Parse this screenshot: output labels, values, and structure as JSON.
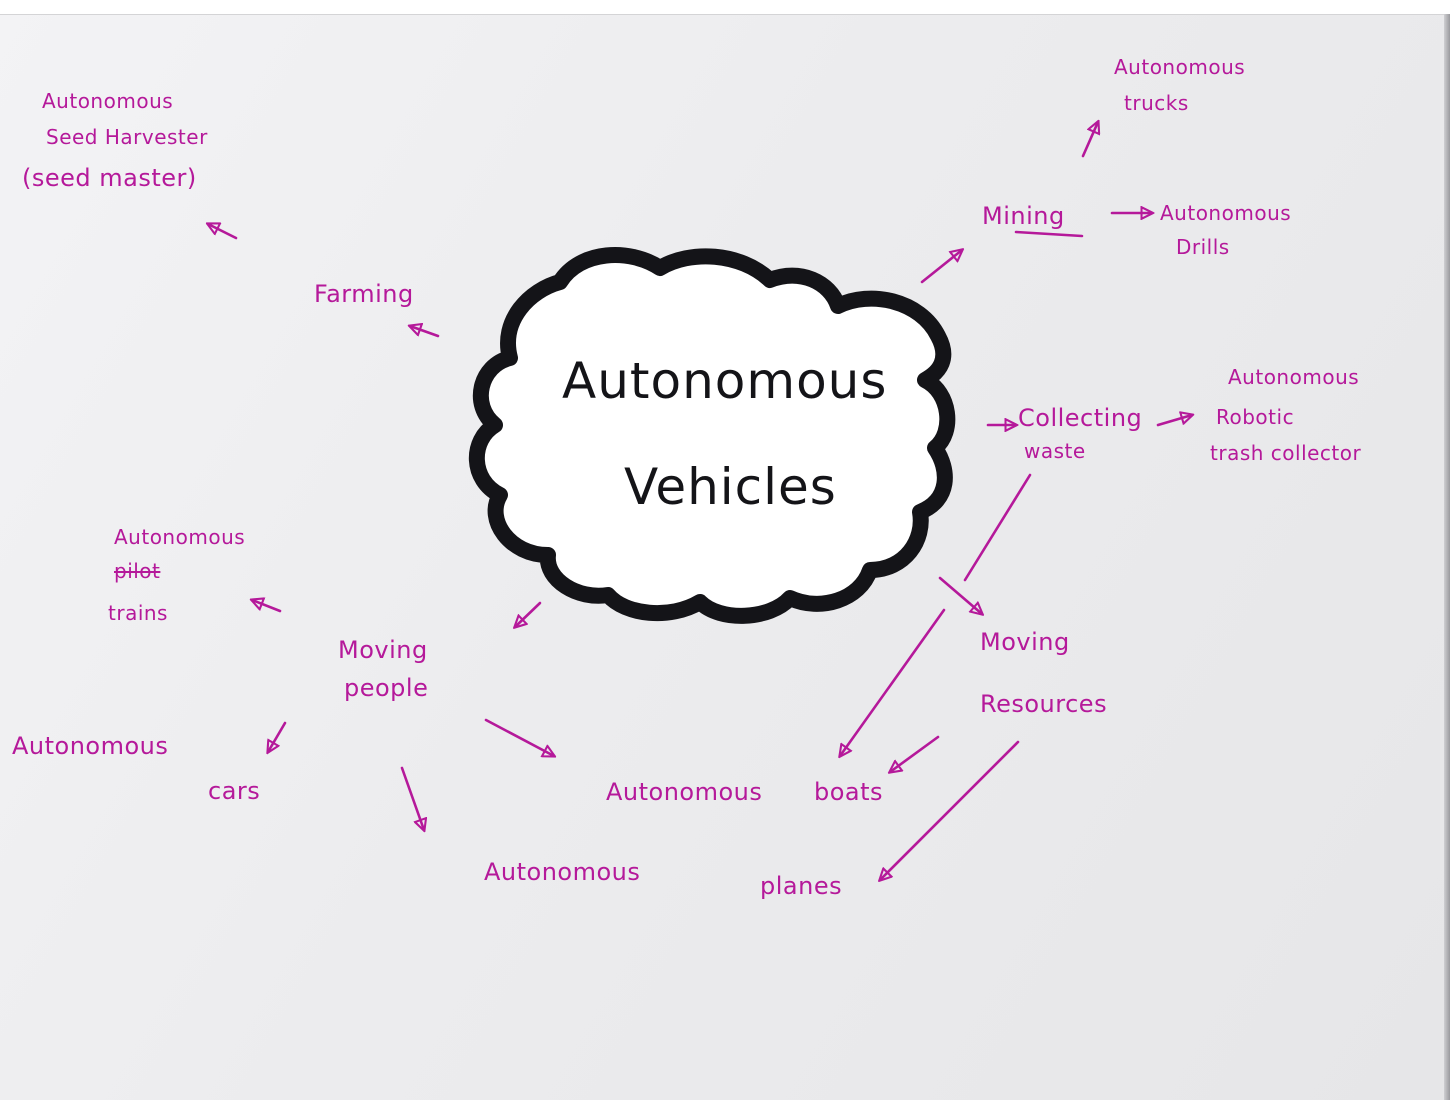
{
  "center": {
    "line1": "Autonomous",
    "line2": "Vehicles"
  },
  "nodes": {
    "farming": "Farming",
    "seed_harvester": [
      "Autonomous",
      "Seed Harvester",
      "(seed master)"
    ],
    "mining": "Mining",
    "trucks": [
      "Autonomous",
      "trucks"
    ],
    "drills": [
      "Autonomous",
      "Drills"
    ],
    "collecting_waste": [
      "Collecting",
      "waste"
    ],
    "trash_collector": [
      "Autonomous",
      "Robotic",
      "trash collector"
    ],
    "trains": [
      "Autonomous",
      "pilot",
      "trains"
    ],
    "moving_people": [
      "Moving",
      "people"
    ],
    "cars": [
      "Autonomous",
      "cars"
    ],
    "boats": [
      "Autonomous",
      "boats"
    ],
    "planes": [
      "Autonomous",
      "planes"
    ],
    "moving_resources": [
      "Moving",
      "Resources"
    ]
  },
  "colors": {
    "ink_pink": "#b5199a",
    "ink_black": "#141418",
    "paper": "#ececee"
  }
}
